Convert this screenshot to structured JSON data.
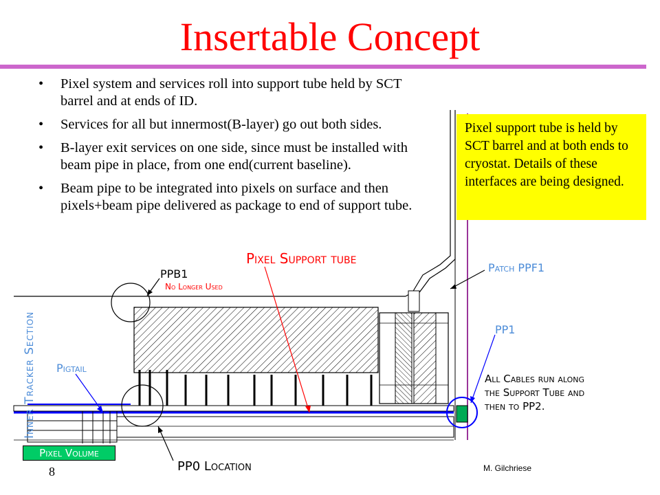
{
  "title": "Insertable Concept",
  "bullets": [
    "Pixel system and services roll into support tube held by SCT barrel and at ends of ID.",
    "Services for all but innermost(B-layer) go out both sides.",
    "B-layer exit services on one side, since must be installed with beam pipe in place, from one end(current baseline).",
    "Beam pipe to be integrated into pixels on surface and then pixels+beam pipe delivered as package to end of support tube."
  ],
  "callout": "Pixel support tube is held by SCT barrel and at both ends to cryostat. Details of these interfaces are being designed.",
  "labels": {
    "pixel_support_tube": "Pixel Support tube",
    "ppb1": "PPB1",
    "no_longer_used": "No Longer Used",
    "patch_ppf1": "Patch PPF1",
    "pp1": "PP1",
    "all_cables": [
      "All Cables run along",
      "the Support Tube and",
      "then to PP2."
    ],
    "pigtail": "Pigtail",
    "inner_tracker": "Inner Tracker Section",
    "pixel_volume": "Pixel Volume",
    "pp0_location": "PP0 Location"
  },
  "footer": {
    "page": "8",
    "author": "M. Gilchriese"
  },
  "colors": {
    "title": "#ff0000",
    "rule": "#cc66cc",
    "callout_bg": "#ffff00",
    "label_red": "#ff0000",
    "label_blue": "#4c8cd8",
    "pixel_volume_bg": "#00cc66",
    "service_line": "#0000ff",
    "pp1_box": "#00aa55",
    "pp1_circle": "#0000ff",
    "support_line": "#993399"
  }
}
